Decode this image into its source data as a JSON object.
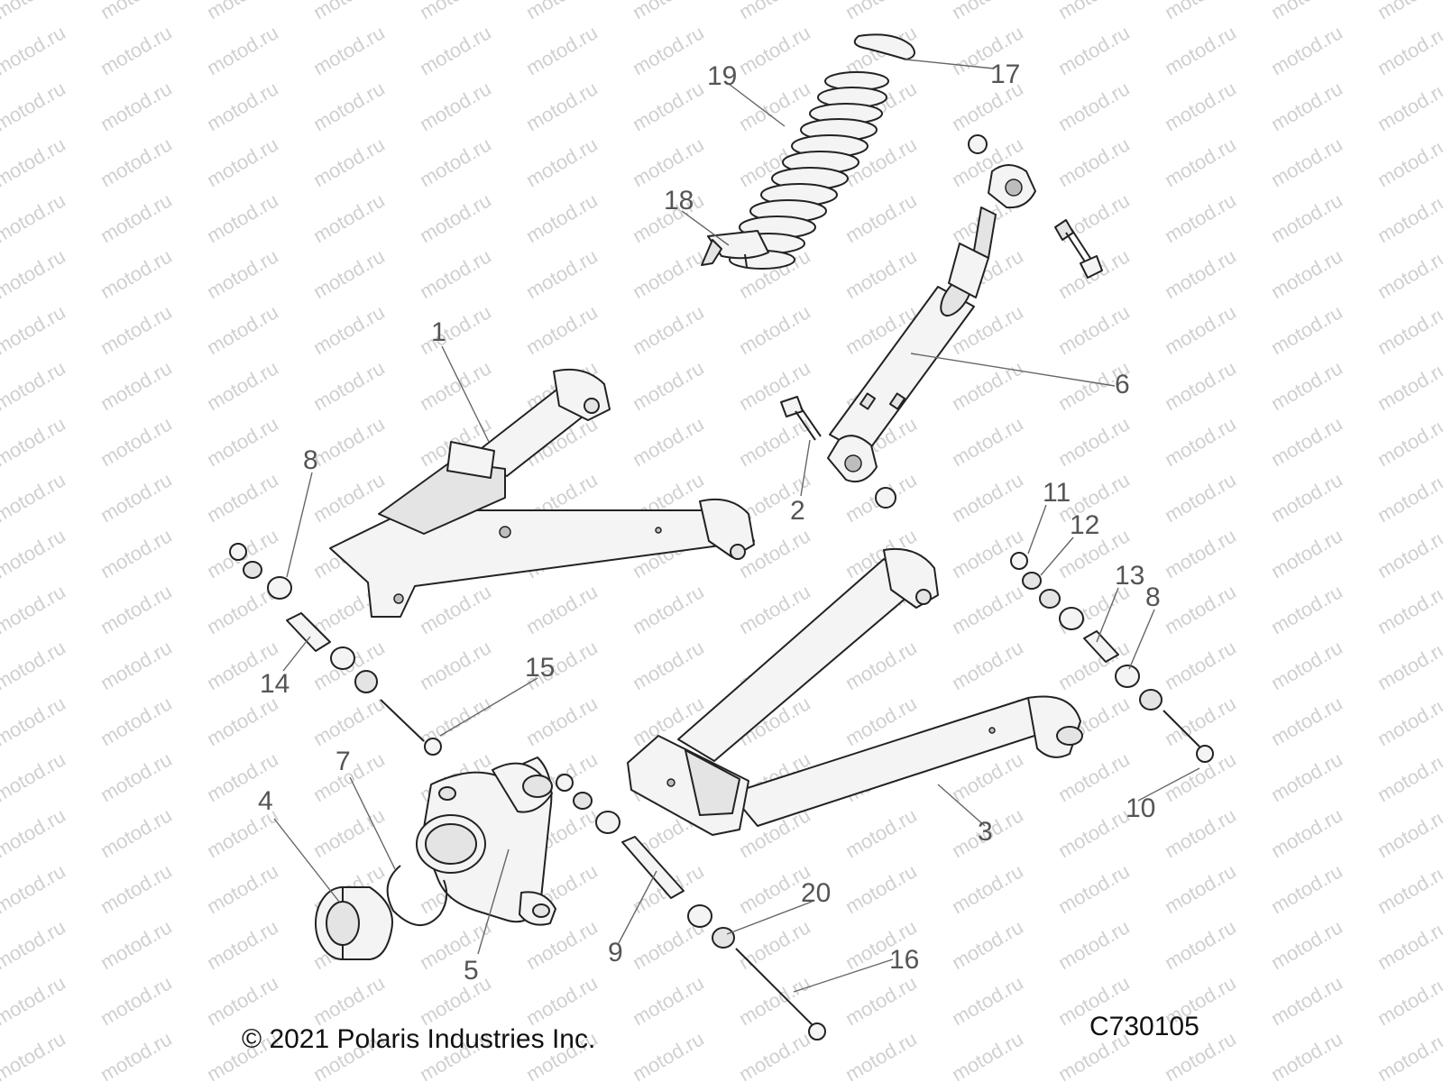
{
  "watermark": "motod.ru",
  "callouts": [
    "1",
    "2",
    "3",
    "4",
    "5",
    "6",
    "7",
    "8",
    "8",
    "9",
    "10",
    "11",
    "12",
    "13",
    "14",
    "15",
    "16",
    "17",
    "18",
    "19",
    "20"
  ],
  "footer": {
    "copyright": "© 2021 Polaris Industries Inc.",
    "drawing_number": "C730105"
  }
}
